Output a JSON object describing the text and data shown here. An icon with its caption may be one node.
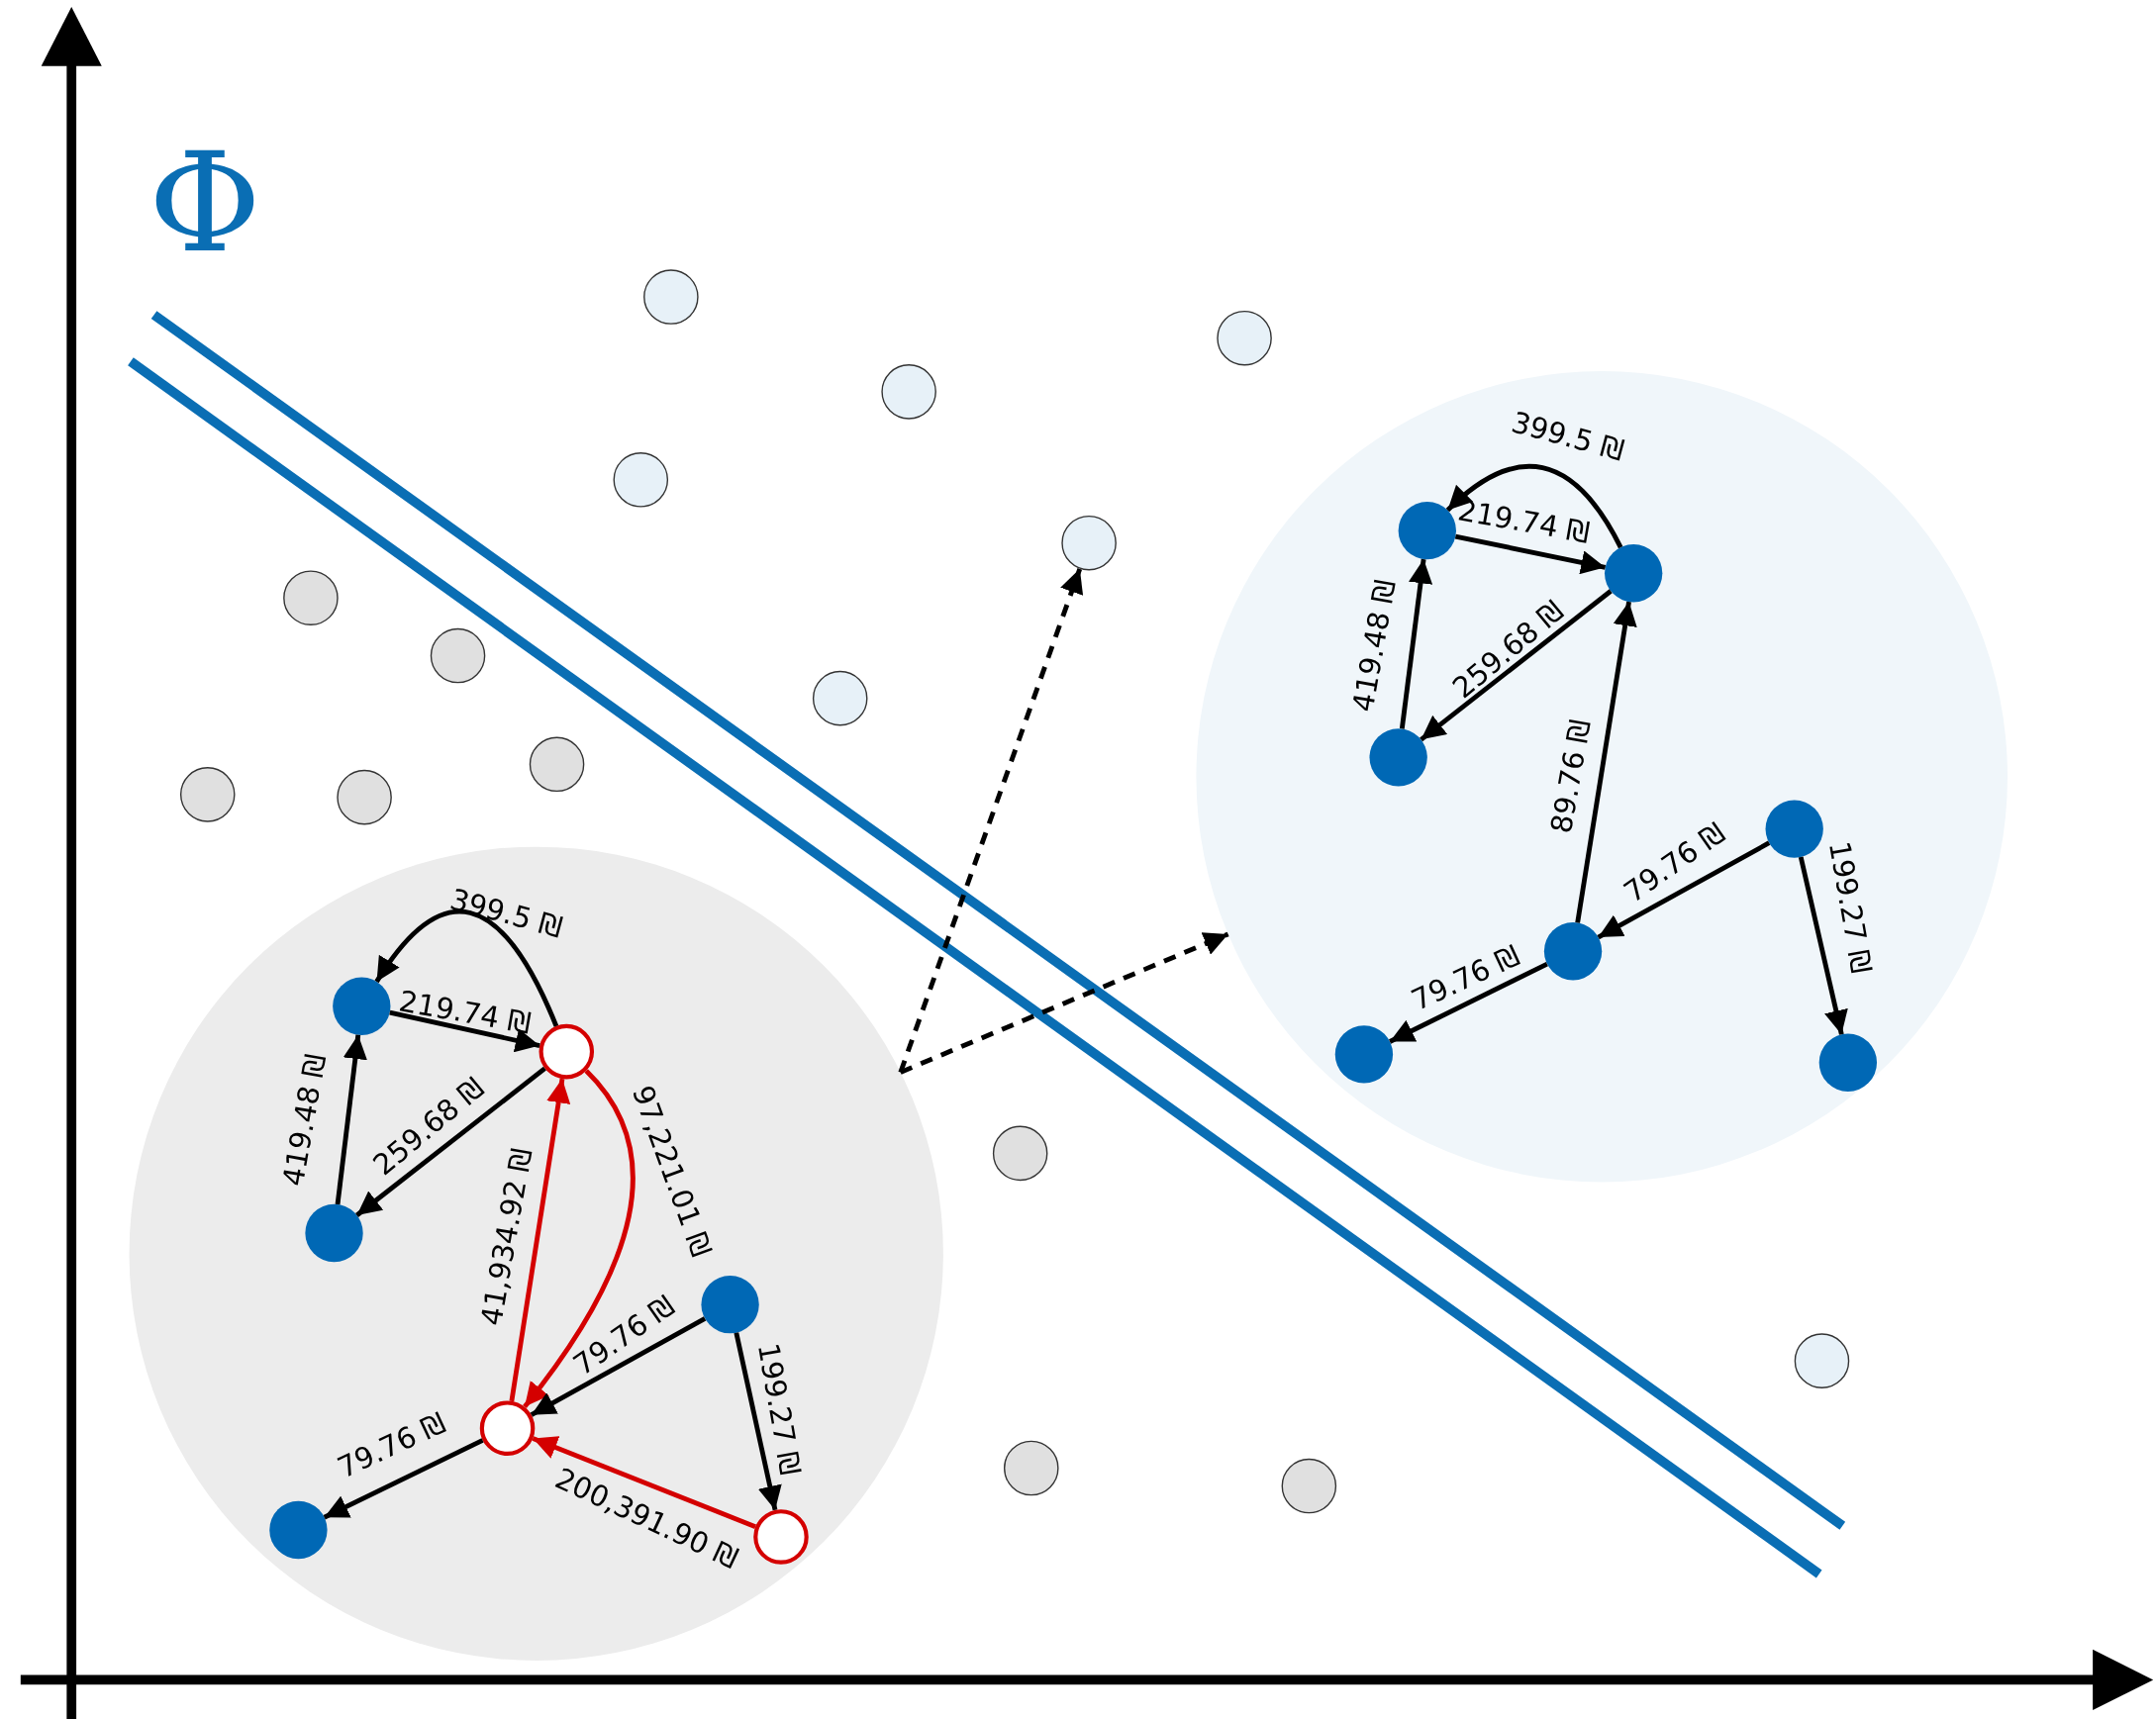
{
  "diagram": {
    "nodes": [
      {
        "text": [],
        "shape": "circle"
      },
      {
        "text": [],
        "shape": "circle"
      },
      {
        "text": [],
        "shape": "circle"
      },
      {
        "text": [],
        "shape": "circle"
      },
      {
        "text": [],
        "shape": "circle"
      },
      {
        "text": [],
        "shape": "circle"
      },
      {
        "text": [],
        "shape": "circle"
      },
      {
        "text": [],
        "shape": "circle"
      },
      {
        "text": [],
        "shape": "circle"
      },
      {
        "text": [],
        "shape": "circle"
      },
      {
        "text": [],
        "shape": "circle"
      },
      {
        "text": [],
        "shape": "circle"
      },
      {
        "text": [],
        "shape": "circle",
        "in": 11
      },
      {
        "text": [],
        "shape": "circle",
        "in": 11
      },
      {
        "text": [],
        "shape": "circle",
        "in": 11
      },
      {
        "text": [],
        "shape": "circle",
        "in": 11
      },
      {
        "text": [],
        "shape": "circle",
        "in": 11
      },
      {
        "text": [],
        "shape": "circle",
        "in": 11
      },
      {
        "text": [],
        "shape": "circle",
        "in": 11
      },
      {
        "text": [],
        "shape": "circle"
      },
      {
        "text": [],
        "shape": "circle",
        "in": 19
      },
      {
        "text": [],
        "shape": "circle",
        "in": 19
      },
      {
        "text": [],
        "shape": "circle",
        "in": 19
      },
      {
        "text": [],
        "shape": "circle",
        "in": 19
      },
      {
        "text": [],
        "shape": "circle",
        "in": 19
      },
      {
        "text": [],
        "shape": "circle",
        "in": 19
      },
      {
        "text": [],
        "shape": "circle",
        "in": 19
      },
      {
        "text": [],
        "shape": "circle"
      },
      {
        "text": [],
        "shape": "circle"
      },
      {
        "text": [],
        "shape": "circle"
      },
      {
        "text": [],
        "shape": "circle"
      }
    ],
    "edges": [
      {
        "from": 13,
        "to": 12,
        "arrow": "to",
        "label": "399.5 ₪"
      },
      {
        "from": 12,
        "to": 13,
        "arrow": "to",
        "label": "219.74 ₪"
      },
      {
        "from": 14,
        "to": 12,
        "arrow": "to",
        "label": "419.48 ₪"
      },
      {
        "from": 13,
        "to": 14,
        "arrow": "to",
        "label": "259.68 ₪"
      },
      {
        "from": 16,
        "to": 13,
        "arrow": "to",
        "label": "89.76 ₪"
      },
      {
        "from": 15,
        "to": 16,
        "arrow": "to",
        "label": "79.76 ₪"
      },
      {
        "from": 15,
        "to": 18,
        "arrow": "to",
        "label": "199.27 ₪"
      },
      {
        "from": 16,
        "to": 17,
        "arrow": "to",
        "label": "79.76 ₪"
      },
      {
        "from": 21,
        "to": 20,
        "arrow": "to",
        "label": "399.5 ₪"
      },
      {
        "from": 20,
        "to": 21,
        "arrow": "to",
        "label": "219.74 ₪"
      },
      {
        "from": 22,
        "to": 20,
        "arrow": "to",
        "label": "419.48 ₪"
      },
      {
        "from": 21,
        "to": 22,
        "arrow": "to",
        "label": "259.68 ₪"
      },
      {
        "from": 24,
        "to": 21,
        "arrow": "to",
        "label": "41,934.92 ₪",
        "color": "#d40000"
      },
      {
        "from": 21,
        "to": 24,
        "arrow": "to",
        "label": "97,221.01 ₪",
        "color": "#d40000"
      },
      {
        "from": 23,
        "to": 24,
        "arrow": "to",
        "label": "79.76 ₪"
      },
      {
        "from": 23,
        "to": 26,
        "arrow": "to",
        "label": "199.27 ₪"
      },
      {
        "from": 24,
        "to": 25,
        "arrow": "to",
        "label": "79.76 ₪"
      },
      {
        "from": 26,
        "to": 24,
        "arrow": "to",
        "label": "200,391.90 ₪",
        "color": "#d40000"
      },
      {
        "from": 19,
        "to": 4,
        "arrow": "to",
        "style": "dashed"
      },
      {
        "from": 19,
        "to": 11,
        "arrow": "to",
        "style": "dashed"
      }
    ],
    "labels": [
      "Φ"
    ]
  }
}
